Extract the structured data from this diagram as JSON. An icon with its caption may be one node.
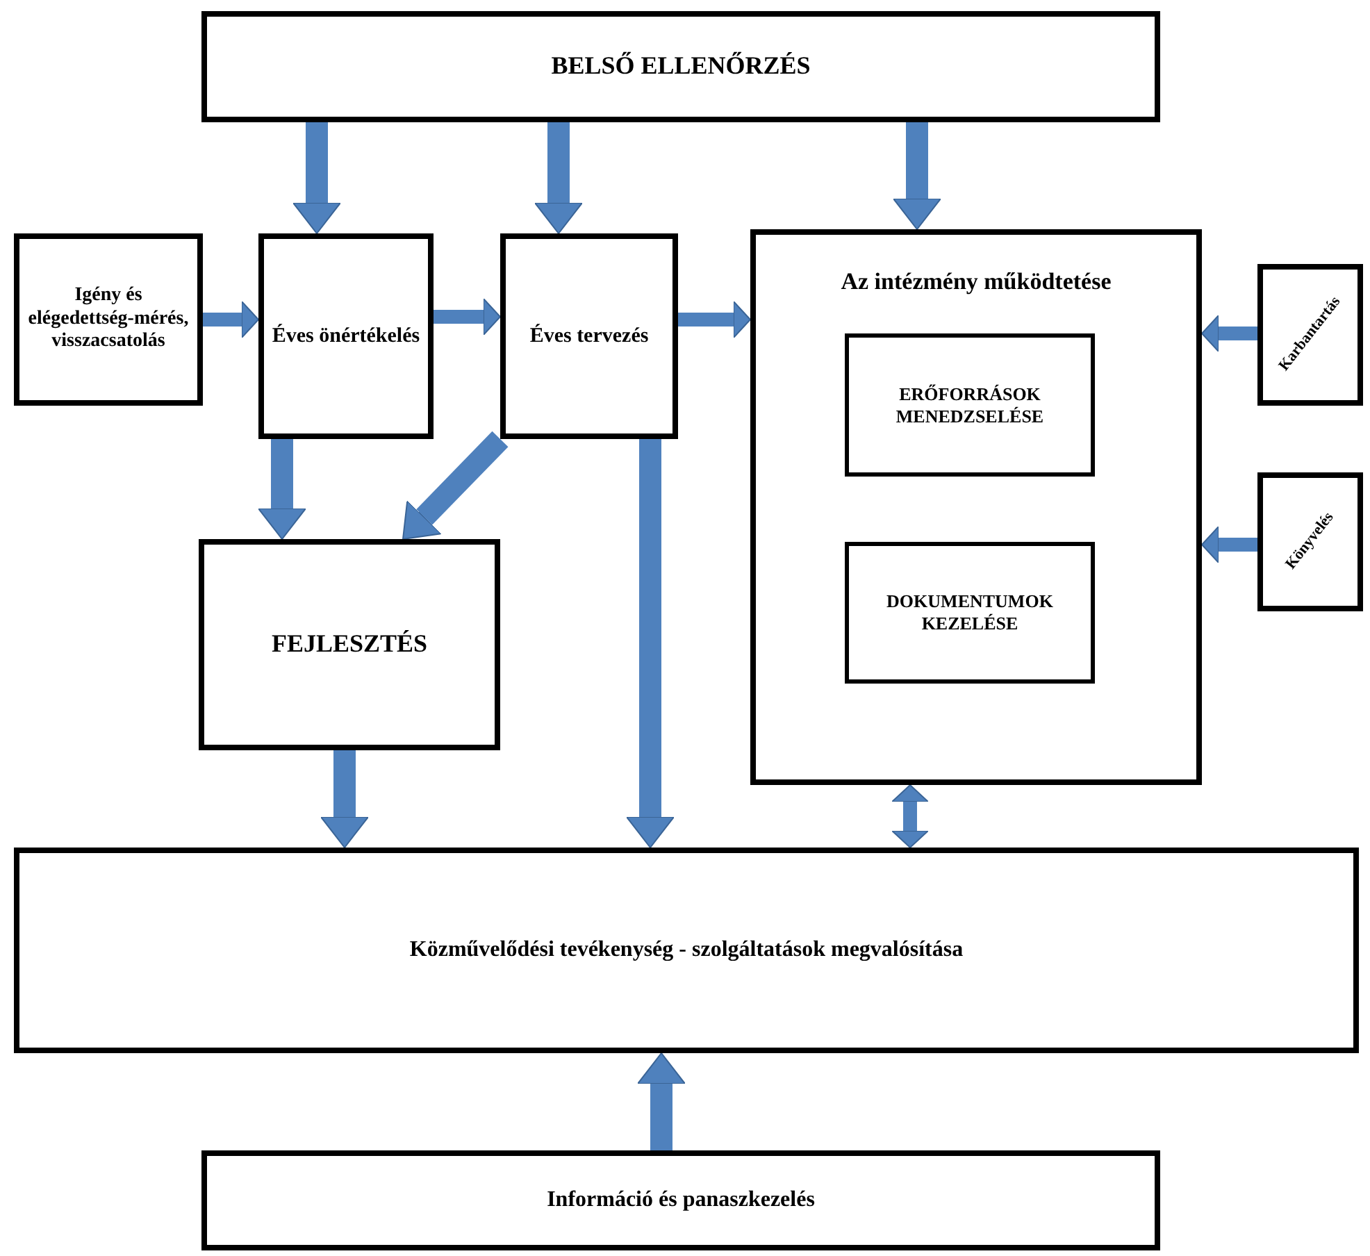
{
  "diagram": {
    "nodes": [
      {
        "text": [
          "BELSŐ ELLENŐRZÉS"
        ]
      },
      {
        "text": [
          "Igény és elégedettség-mérés, visszacsatolás"
        ]
      },
      {
        "text": [
          "Éves önértékelés"
        ]
      },
      {
        "text": [
          "Éves tervezés"
        ]
      },
      {
        "text": [
          "Az intézmény működtetése"
        ]
      },
      {
        "text": [
          "ERŐFORRÁSOK MENEDZSELÉSE"
        ],
        "in": 4
      },
      {
        "text": [
          "DOKUMENTUMOK KEZELÉSE"
        ],
        "in": 4
      },
      {
        "text": [
          "Karbantartás"
        ]
      },
      {
        "text": [
          "Könyvelés"
        ]
      },
      {
        "text": [
          "FEJLESZTÉS"
        ]
      },
      {
        "text": [
          "Közművelődési tevékenység - szolgáltatások megvalósítása"
        ]
      },
      {
        "text": [
          "Információ és panaszkezelés"
        ]
      }
    ],
    "edges": [
      {
        "from": 0,
        "to": 2,
        "arrow": "to"
      },
      {
        "from": 0,
        "to": 3,
        "arrow": "to"
      },
      {
        "from": 0,
        "to": 4,
        "arrow": "to"
      },
      {
        "from": 1,
        "to": 2,
        "arrow": "to"
      },
      {
        "from": 2,
        "to": 3,
        "arrow": "to"
      },
      {
        "from": 3,
        "to": 4,
        "arrow": "to"
      },
      {
        "from": 7,
        "to": 4,
        "arrow": "to"
      },
      {
        "from": 8,
        "to": 4,
        "arrow": "to"
      },
      {
        "from": 2,
        "to": 9,
        "arrow": "to"
      },
      {
        "from": 3,
        "to": 9,
        "arrow": "to"
      },
      {
        "from": 3,
        "to": 10,
        "arrow": "to"
      },
      {
        "from": 9,
        "to": 10,
        "arrow": "to"
      },
      {
        "from": 4,
        "to": 10,
        "arrow": "both"
      },
      {
        "from": 11,
        "to": 10,
        "arrow": "to"
      }
    ]
  }
}
